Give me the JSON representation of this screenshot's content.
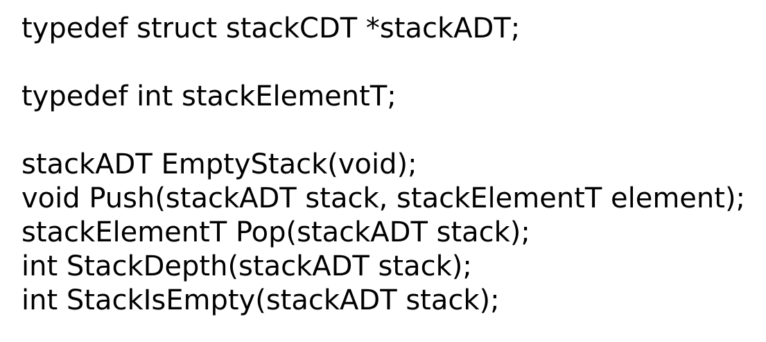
{
  "page": {
    "background_color": "#ffffff",
    "text_color": "#000000"
  },
  "code": {
    "lines": [
      "typedef struct stackCDT *stackADT;",
      "",
      "typedef int stackElementT;",
      "",
      "stackADT EmptyStack(void);",
      "void Push(stackADT stack, stackElementT element);",
      "stackElementT Pop(stackADT stack);",
      "int StackDepth(stackADT stack);",
      "int StackIsEmpty(stackADT stack);"
    ]
  }
}
